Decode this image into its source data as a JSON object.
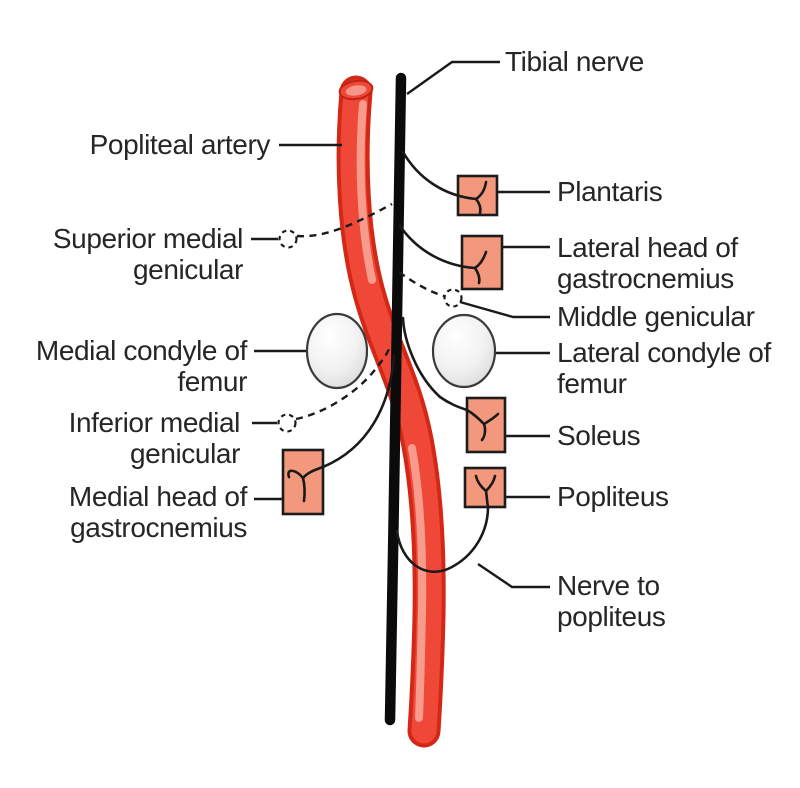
{
  "figure": {
    "kind": "anatomical-line-diagram",
    "structures": {
      "artery": "Popliteal artery",
      "nerve": "Tibial nerve"
    }
  },
  "labels": {
    "tibial_nerve": {
      "lines": [
        "Tibial nerve"
      ]
    },
    "popliteal_artery": {
      "lines": [
        "Popliteal artery"
      ]
    },
    "plantaris": {
      "lines": [
        "Plantaris"
      ]
    },
    "superior_medial_genicular": {
      "lines": [
        "Superior medial",
        "genicular"
      ]
    },
    "lateral_head_gastrocnemius": {
      "lines": [
        "Lateral head of",
        "gastrocnemius"
      ]
    },
    "middle_genicular": {
      "lines": [
        "Middle genicular"
      ]
    },
    "medial_condyle_femur": {
      "lines": [
        "Medial condyle of",
        "femur"
      ]
    },
    "lateral_condyle_femur": {
      "lines": [
        "Lateral condyle of",
        "femur"
      ]
    },
    "inferior_medial_genicular": {
      "lines": [
        "Inferior medial",
        "genicular"
      ]
    },
    "soleus": {
      "lines": [
        "Soleus"
      ]
    },
    "medial_head_gastrocnemius": {
      "lines": [
        "Medial head of",
        "gastrocnemius"
      ]
    },
    "popliteus": {
      "lines": [
        "Popliteus"
      ]
    },
    "nerve_to_popliteus": {
      "lines": [
        "Nerve to",
        "popliteus"
      ]
    }
  },
  "colors": {
    "background": "#ffffff",
    "text": "#262626",
    "outline": "#1c1c1c",
    "nerve_black": "#0b0b0b",
    "artery_edge": "#d42817",
    "artery_main": "#f04838",
    "artery_highlight": "#f79b8d",
    "artery_lumen": "#f4978a",
    "muscle_box_fill": "#f3987c",
    "condyle_fill_light": "#ffffff",
    "condyle_fill_dark": "#d5d5d5"
  }
}
